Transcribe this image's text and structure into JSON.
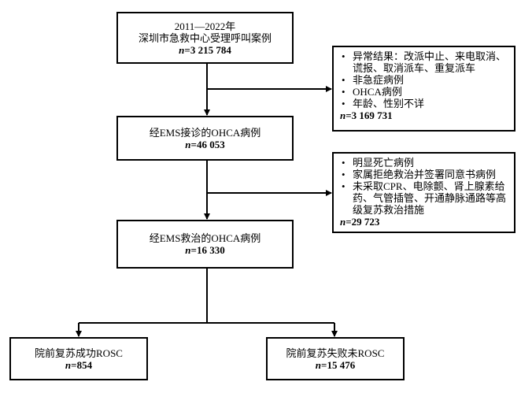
{
  "boxes": {
    "total": {
      "line1": "2011—2022年",
      "line2": "深圳市急救中心受理呼叫案例",
      "n_label": "n",
      "n_value": "=3 215 784"
    },
    "exclude1": {
      "items": [
        "异常结果：改派中止、来电取消、谎报、取消派车、重复派车",
        "非急症病例",
        "OHCA病例",
        "年龄、性别不详"
      ],
      "n_label": "n",
      "n_value": "=3 169 731"
    },
    "ems_received": {
      "line1": "经EMS接诊的OHCA病例",
      "n_label": "n",
      "n_value": "=46 053"
    },
    "exclude2": {
      "items": [
        "明显死亡病例",
        "家属拒绝救治并签署同意书病例",
        "未采取CPR、电除颤、肾上腺素给药、气管插管、开通静脉通路等高级复苏救治措施"
      ],
      "n_label": "n",
      "n_value": "=29 723"
    },
    "ems_treated": {
      "line1": "经EMS救治的OHCA病例",
      "n_label": "n",
      "n_value": "=16 330"
    },
    "rosc_success": {
      "line1": "院前复苏成功ROSC",
      "n_label": "n",
      "n_value": "=854"
    },
    "rosc_fail": {
      "line1": "院前复苏失败未ROSC",
      "n_label": "n",
      "n_value": "=15 476"
    }
  }
}
